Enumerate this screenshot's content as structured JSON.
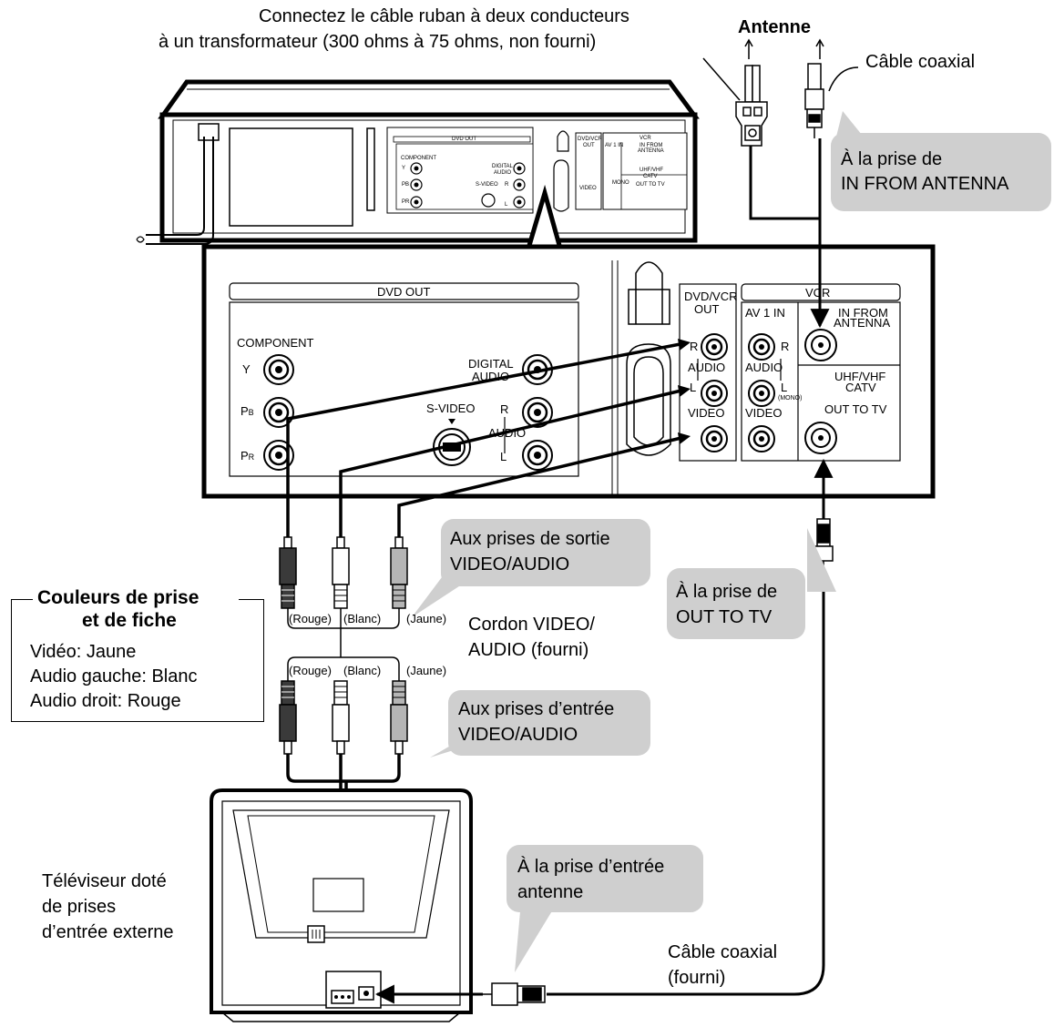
{
  "header": {
    "ribbon_note_line1": "Connectez le câble ruban à deux conducteurs",
    "ribbon_note_line2": "à un transformateur (300 ohms à 75 ohms, non fourni)",
    "antenna": "Antenne",
    "coax_top": "Câble coaxial"
  },
  "small_panel": {
    "dvd_out": "DVD OUT",
    "component": "COMPONENT",
    "y": "Y",
    "pb": "PB",
    "pr": "PR",
    "digital": "DIGITAL",
    "audio": "AUDIO",
    "svideo": "S-VIDEO",
    "r": "R",
    "l": "L",
    "dvdvcr": "DVD/VCR",
    "out": "OUT",
    "vcr": "VCR",
    "av1in": "AV 1 IN",
    "in_from": "IN FROM",
    "antenna": "ANTENNA",
    "uhfvhf": "UHF/VHF",
    "catv": "CATV",
    "out_to_tv": "OUT TO TV",
    "video": "VIDEO",
    "mono": "MONO"
  },
  "panel": {
    "dvd_out": "DVD OUT",
    "component": "COMPONENT",
    "y": "Y",
    "p": "P",
    "b": "B",
    "r_sub": "R",
    "digital": "DIGITAL",
    "audio": "AUDIO",
    "svideo": "S-VIDEO",
    "r": "R",
    "l": "L",
    "dvdvcr": "DVD/VCR",
    "out": "OUT",
    "vcr": "VCR",
    "av1in": "AV 1 IN",
    "in_from": "IN FROM",
    "antenna": "ANTENNA",
    "uhfvhf": "UHF/VHF",
    "catv": "CATV",
    "out_to_tv": "OUT TO TV",
    "video": "VIDEO",
    "mono": "(MONO)"
  },
  "bubbles": {
    "in_antenna_1": "À la prise de",
    "in_antenna_2": "IN FROM ANTENNA",
    "out_jacks_1": "Aux prises de sortie",
    "out_jacks_2": "VIDEO/AUDIO",
    "out_tv_1": "À la prise de",
    "out_tv_2": "OUT TO TV",
    "in_jacks_1": "Aux prises d’entrée",
    "in_jacks_2": "VIDEO/AUDIO",
    "tv_antenna_1": "À la prise d’entrée",
    "tv_antenna_2": "antenne"
  },
  "plugs": {
    "red": "(Rouge)",
    "white": "(Blanc)",
    "yellow": "(Jaune)"
  },
  "cord": {
    "line1": "Cordon VIDEO/",
    "line2": "AUDIO (fourni)"
  },
  "legend": {
    "title1": "Couleurs de prise",
    "title2": "et de fiche",
    "video": "Vidéo: Jaune",
    "audio_left": "Audio gauche: Blanc",
    "audio_right": "Audio droit: Rouge"
  },
  "tv": {
    "line1": "Téléviseur doté",
    "line2": "de prises",
    "line3": "d’entrée externe"
  },
  "coax_bottom": {
    "line1": "Câble coaxial",
    "line2": "(fourni)"
  },
  "colors": {
    "bubble": "#cfcfcf",
    "plug_red": "#3a3a3a",
    "plug_yellow": "#b5b5b5",
    "plug_white": "#ffffff"
  }
}
